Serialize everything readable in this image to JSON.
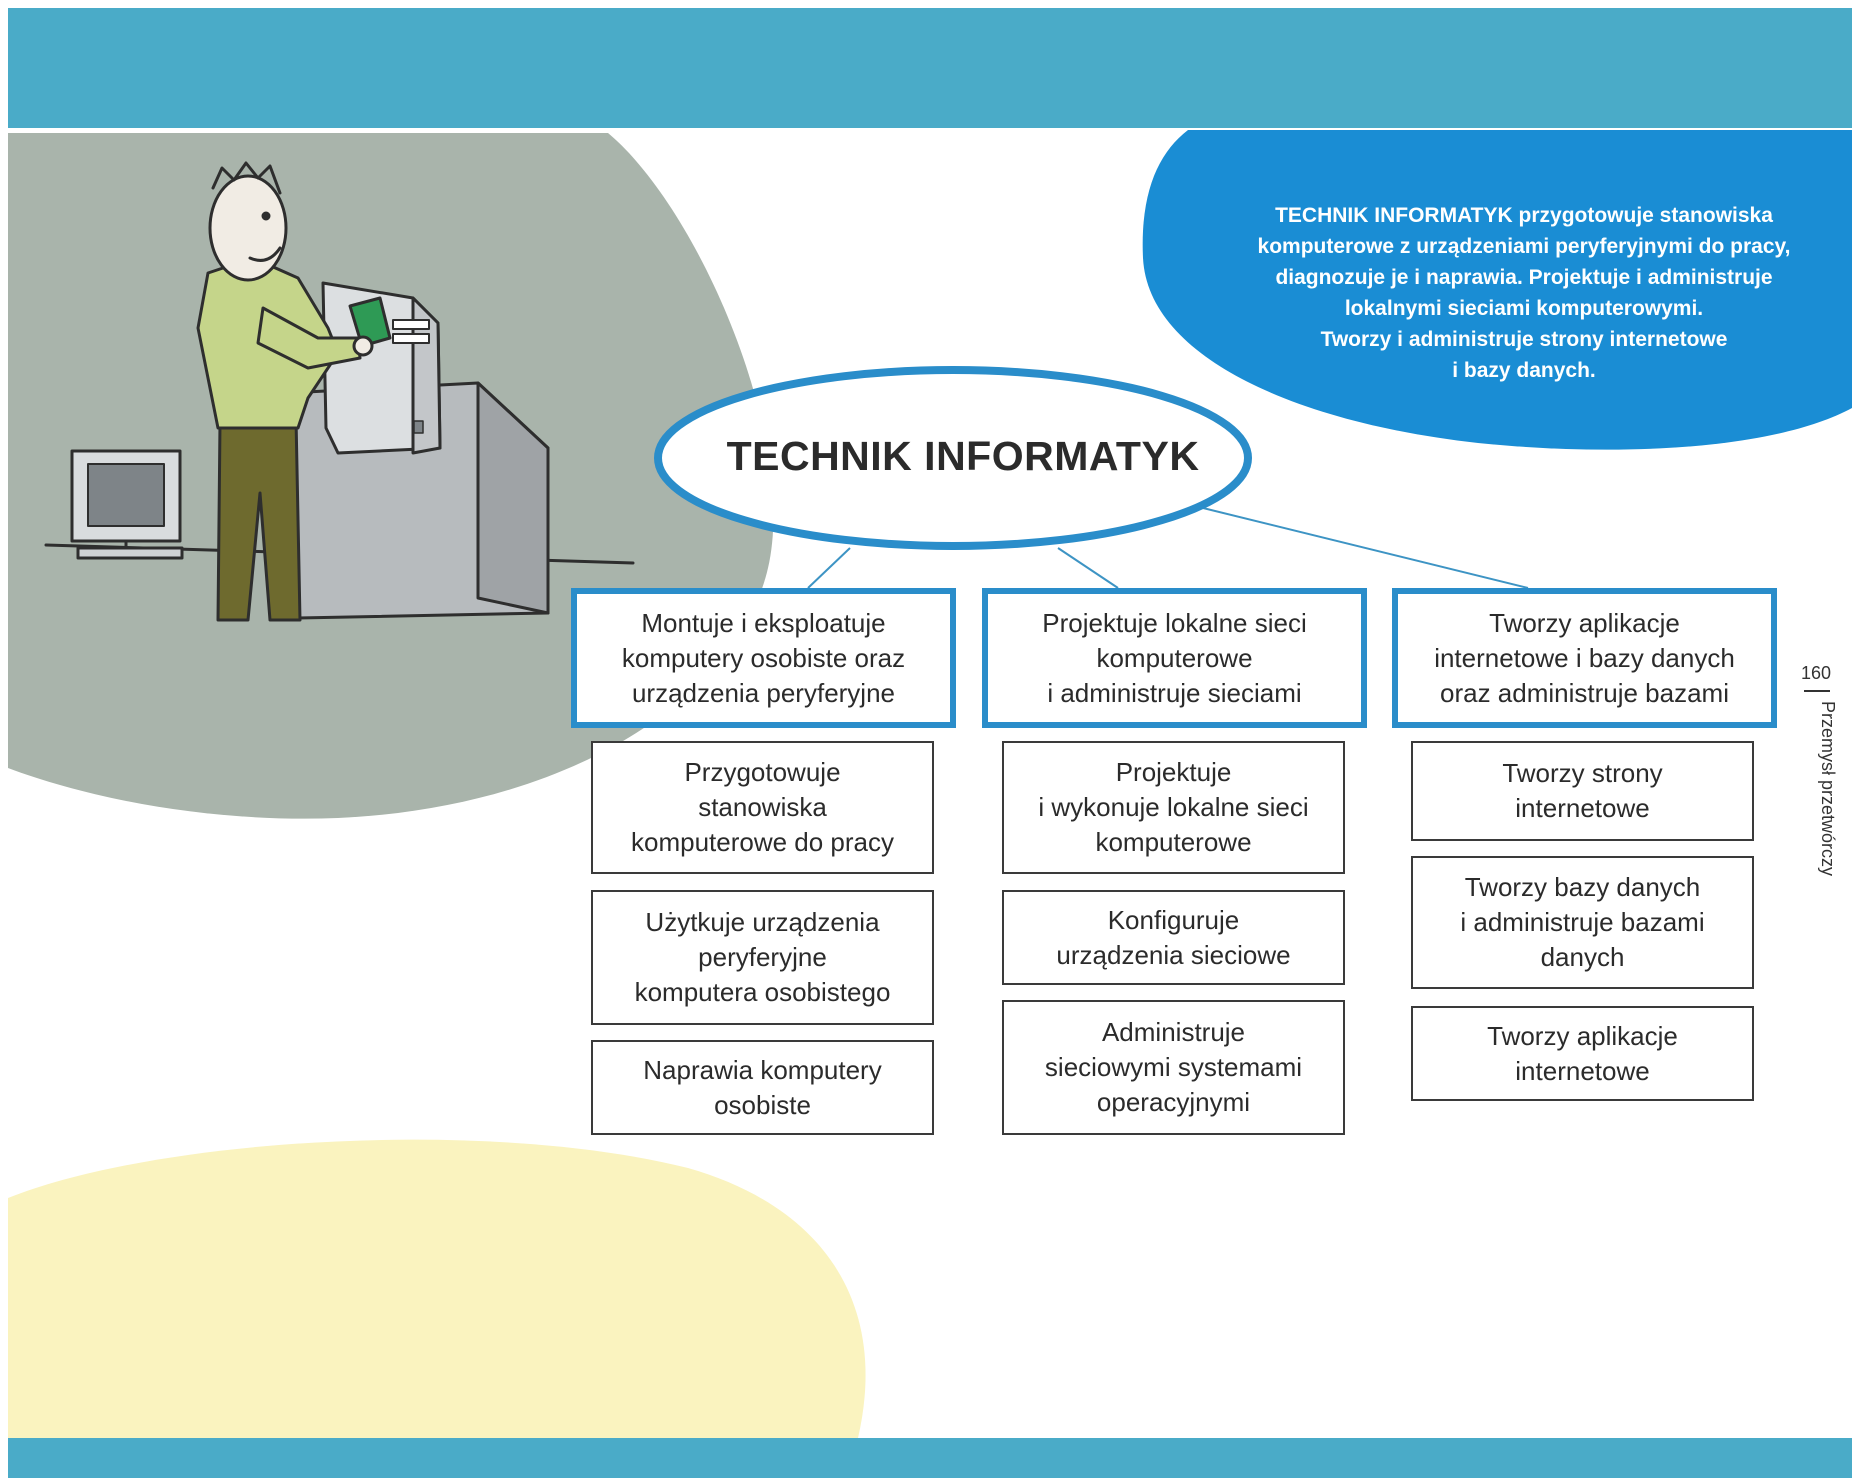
{
  "colors": {
    "band": "#4aabc8",
    "bubble": "#1a8dd4",
    "accent_border": "#2a8dca",
    "gray_circle": "#a9b4ab",
    "yellow_circle": "#faf3bf"
  },
  "intro_text": {
    "line1": "TECHNIK INFORMATYK przygotowuje stanowiska",
    "line2": "komputerowe z urządzeniami peryferyjnymi do pracy,",
    "line3": "diagnozuje je i naprawia. Projektuje i administruje",
    "line4": "lokalnymi sieciami komputerowymi.",
    "line5": "Tworzy i administruje strony internetowe",
    "line6": "i bazy danych."
  },
  "title": "TECHNIK INFORMATYK",
  "columns": [
    {
      "main": "Montuje i eksploatuje\nkomputery osobiste oraz\nurządzenia peryferyjne",
      "items": [
        "Przygotowuje\nstanowiska\nkomputerowe do pracy",
        "Użytkuje urządzenia\nperyferyjne\nkomputera osobistego",
        "Naprawia komputery\nosobiste"
      ]
    },
    {
      "main": "Projektuje lokalne sieci\nkomputerowe\ni administruje sieciami",
      "items": [
        "Projektuje\ni wykonuje lokalne sieci\nkomputerowe",
        "Konfiguruje\nurządzenia sieciowe",
        "Administruje\nsieciowymi systemami\noperacyjnymi"
      ]
    },
    {
      "main": "Tworzy aplikacje\ninternetowe i bazy danych\noraz administruje bazami",
      "items": [
        "Tworzy strony\ninternetowe",
        "Tworzy bazy danych\ni administruje bazami\ndanych",
        "Tworzy aplikacje\ninternetowe"
      ]
    }
  ],
  "side": {
    "page_number": "160",
    "section": "Przemysł przetwórczy"
  }
}
